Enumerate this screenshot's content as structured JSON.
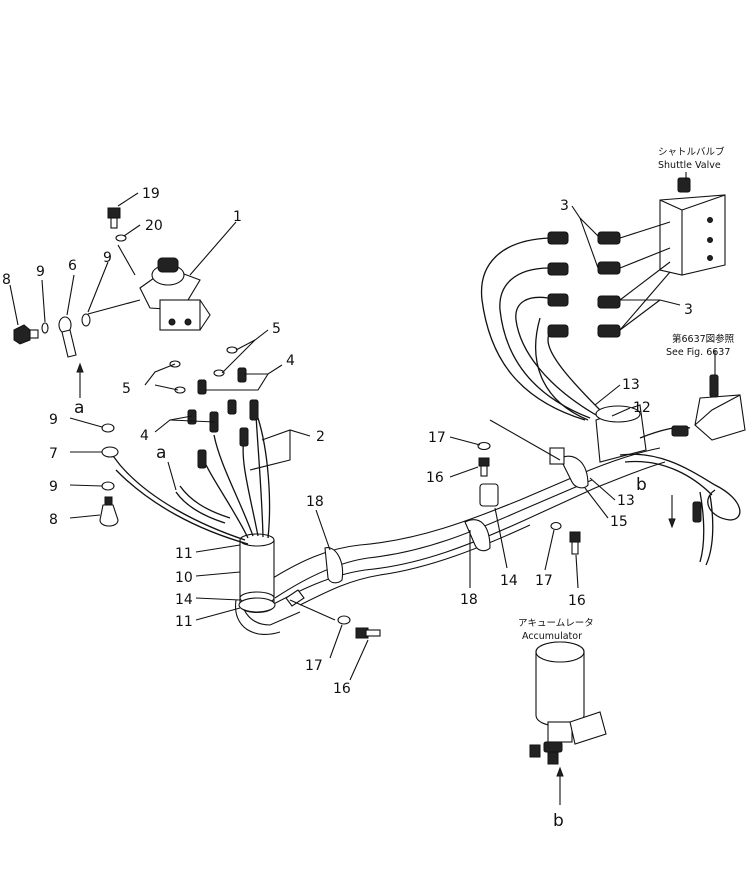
{
  "callouts": {
    "c1": "1",
    "c2": "2",
    "c3a": "3",
    "c3b": "3",
    "c4a": "4",
    "c4b": "4",
    "c5a": "5",
    "c5b": "5",
    "c6": "6",
    "c7": "7",
    "c8a": "8",
    "c8b": "8",
    "c9a": "9",
    "c9b": "9",
    "c9c": "9",
    "c9d": "9",
    "c10": "10",
    "c11a": "11",
    "c11b": "11",
    "c12": "12",
    "c13a": "13",
    "c13b": "13",
    "c14a": "14",
    "c14b": "14",
    "c15": "15",
    "c16a": "16",
    "c16b": "16",
    "c16c": "16",
    "c17a": "17",
    "c17b": "17",
    "c17c": "17",
    "c18a": "18",
    "c18b": "18",
    "c19": "19",
    "c20": "20"
  },
  "connectors": {
    "a_left": "a",
    "a_mid": "a",
    "b_right": "b",
    "b_bottom": "b"
  },
  "labels": {
    "shuttle_jp": "シャトルバルブ",
    "shuttle_en": "Shuttle Valve",
    "see_fig_jp": "第6637図参照",
    "see_fig_en": "See Fig. 6637",
    "accum_jp": "アキュームレータ",
    "accum_en": "Accumulator"
  }
}
